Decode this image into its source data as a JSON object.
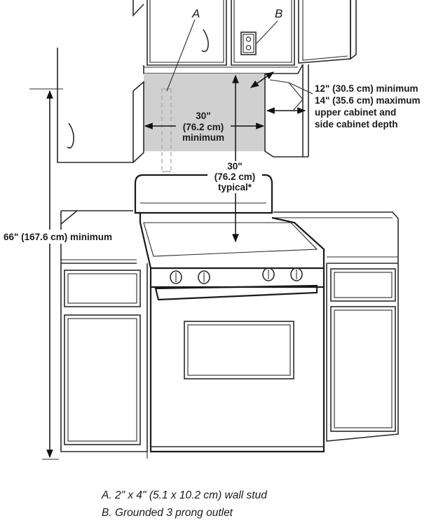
{
  "callouts": {
    "a": "A",
    "b": "B"
  },
  "dimensions": {
    "width_l1": "30\"",
    "width_l2": "(76.2 cm)",
    "width_l3": "minimum",
    "height_l1": "30\"",
    "height_l2": "(76.2 cm)",
    "height_l3": "typical*",
    "depth_l1": "12\" (30.5 cm) minimum",
    "depth_l2": "14\" (35.6 cm) maximum",
    "depth_l3": "upper cabinet and",
    "depth_l4": "side cabinet depth",
    "overall": "66\" (167.6 cm) minimum"
  },
  "legend": {
    "a": "A. 2\" x 4\" (5.1 x 10.2 cm) wall stud",
    "b": "B. Grounded 3 prong outlet"
  },
  "colors": {
    "recess_fill": "#d0d0d0",
    "line": "#2a2a2a",
    "stud": "#a8a8a8"
  }
}
